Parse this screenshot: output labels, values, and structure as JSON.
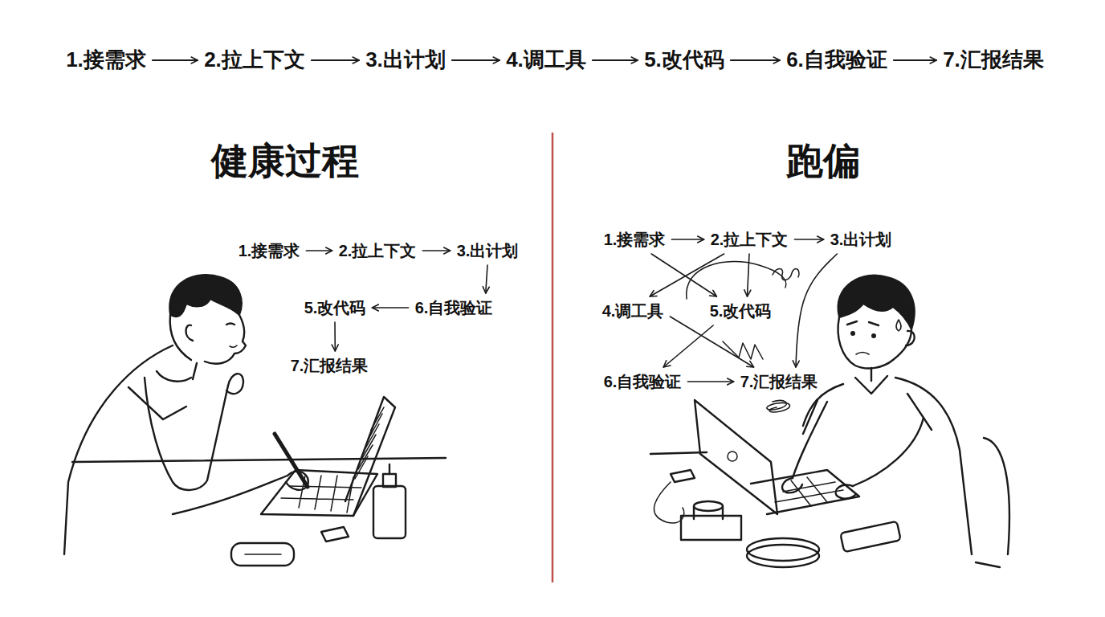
{
  "diagram": {
    "nodes": [
      {
        "text": [
          "1.接需求"
        ]
      },
      {
        "text": [
          "2.拉上下文"
        ]
      },
      {
        "text": [
          "3.出计划"
        ]
      },
      {
        "text": [
          "4.调工具"
        ]
      },
      {
        "text": [
          "5.改代码"
        ]
      },
      {
        "text": [
          "6.自我验证"
        ]
      },
      {
        "text": [
          "7.汇报结果"
        ]
      },
      {
        "text": [
          "1.接需求"
        ]
      },
      {
        "text": [
          "2.拉上下文"
        ]
      },
      {
        "text": [
          "3.出计划"
        ]
      },
      {
        "text": [
          "5.改代码"
        ]
      },
      {
        "text": [
          "6.自我验证"
        ]
      },
      {
        "text": [
          "7.汇报结果"
        ]
      },
      {
        "text": [
          "1.接需求"
        ]
      },
      {
        "text": [
          "2.拉上下文"
        ]
      },
      {
        "text": [
          "3.出计划"
        ]
      },
      {
        "text": [
          "4.调工具"
        ]
      },
      {
        "text": [
          "5.改代码"
        ]
      },
      {
        "text": [
          "6.自我验证"
        ]
      },
      {
        "text": [
          "7.汇报结果"
        ]
      }
    ],
    "edges": [
      {
        "from": 0,
        "to": 1,
        "arrow": "to"
      },
      {
        "from": 1,
        "to": 2,
        "arrow": "to"
      },
      {
        "from": 2,
        "to": 3,
        "arrow": "to"
      },
      {
        "from": 3,
        "to": 4,
        "arrow": "to"
      },
      {
        "from": 4,
        "to": 5,
        "arrow": "to"
      },
      {
        "from": 5,
        "to": 6,
        "arrow": "to"
      },
      {
        "from": 7,
        "to": 8,
        "arrow": "to"
      },
      {
        "from": 8,
        "to": 9,
        "arrow": "to"
      },
      {
        "from": 9,
        "to": 11,
        "arrow": "to"
      },
      {
        "from": 11,
        "to": 10,
        "arrow": "to"
      },
      {
        "from": 10,
        "to": 12,
        "arrow": "to"
      },
      {
        "from": 13,
        "to": 14,
        "arrow": "to"
      },
      {
        "from": 14,
        "to": 15,
        "arrow": "to"
      },
      {
        "from": 13,
        "to": 17,
        "arrow": "to"
      },
      {
        "from": 14,
        "to": 16,
        "arrow": "to"
      },
      {
        "from": 14,
        "to": 17,
        "arrow": "to"
      },
      {
        "from": 15,
        "to": 19,
        "arrow": "to"
      },
      {
        "from": 16,
        "to": 19,
        "arrow": "to"
      },
      {
        "from": 17,
        "to": 18,
        "arrow": "to"
      },
      {
        "from": 18,
        "to": 19,
        "arrow": "to"
      }
    ],
    "labels": [
      "健康过程",
      "跑偏"
    ]
  }
}
